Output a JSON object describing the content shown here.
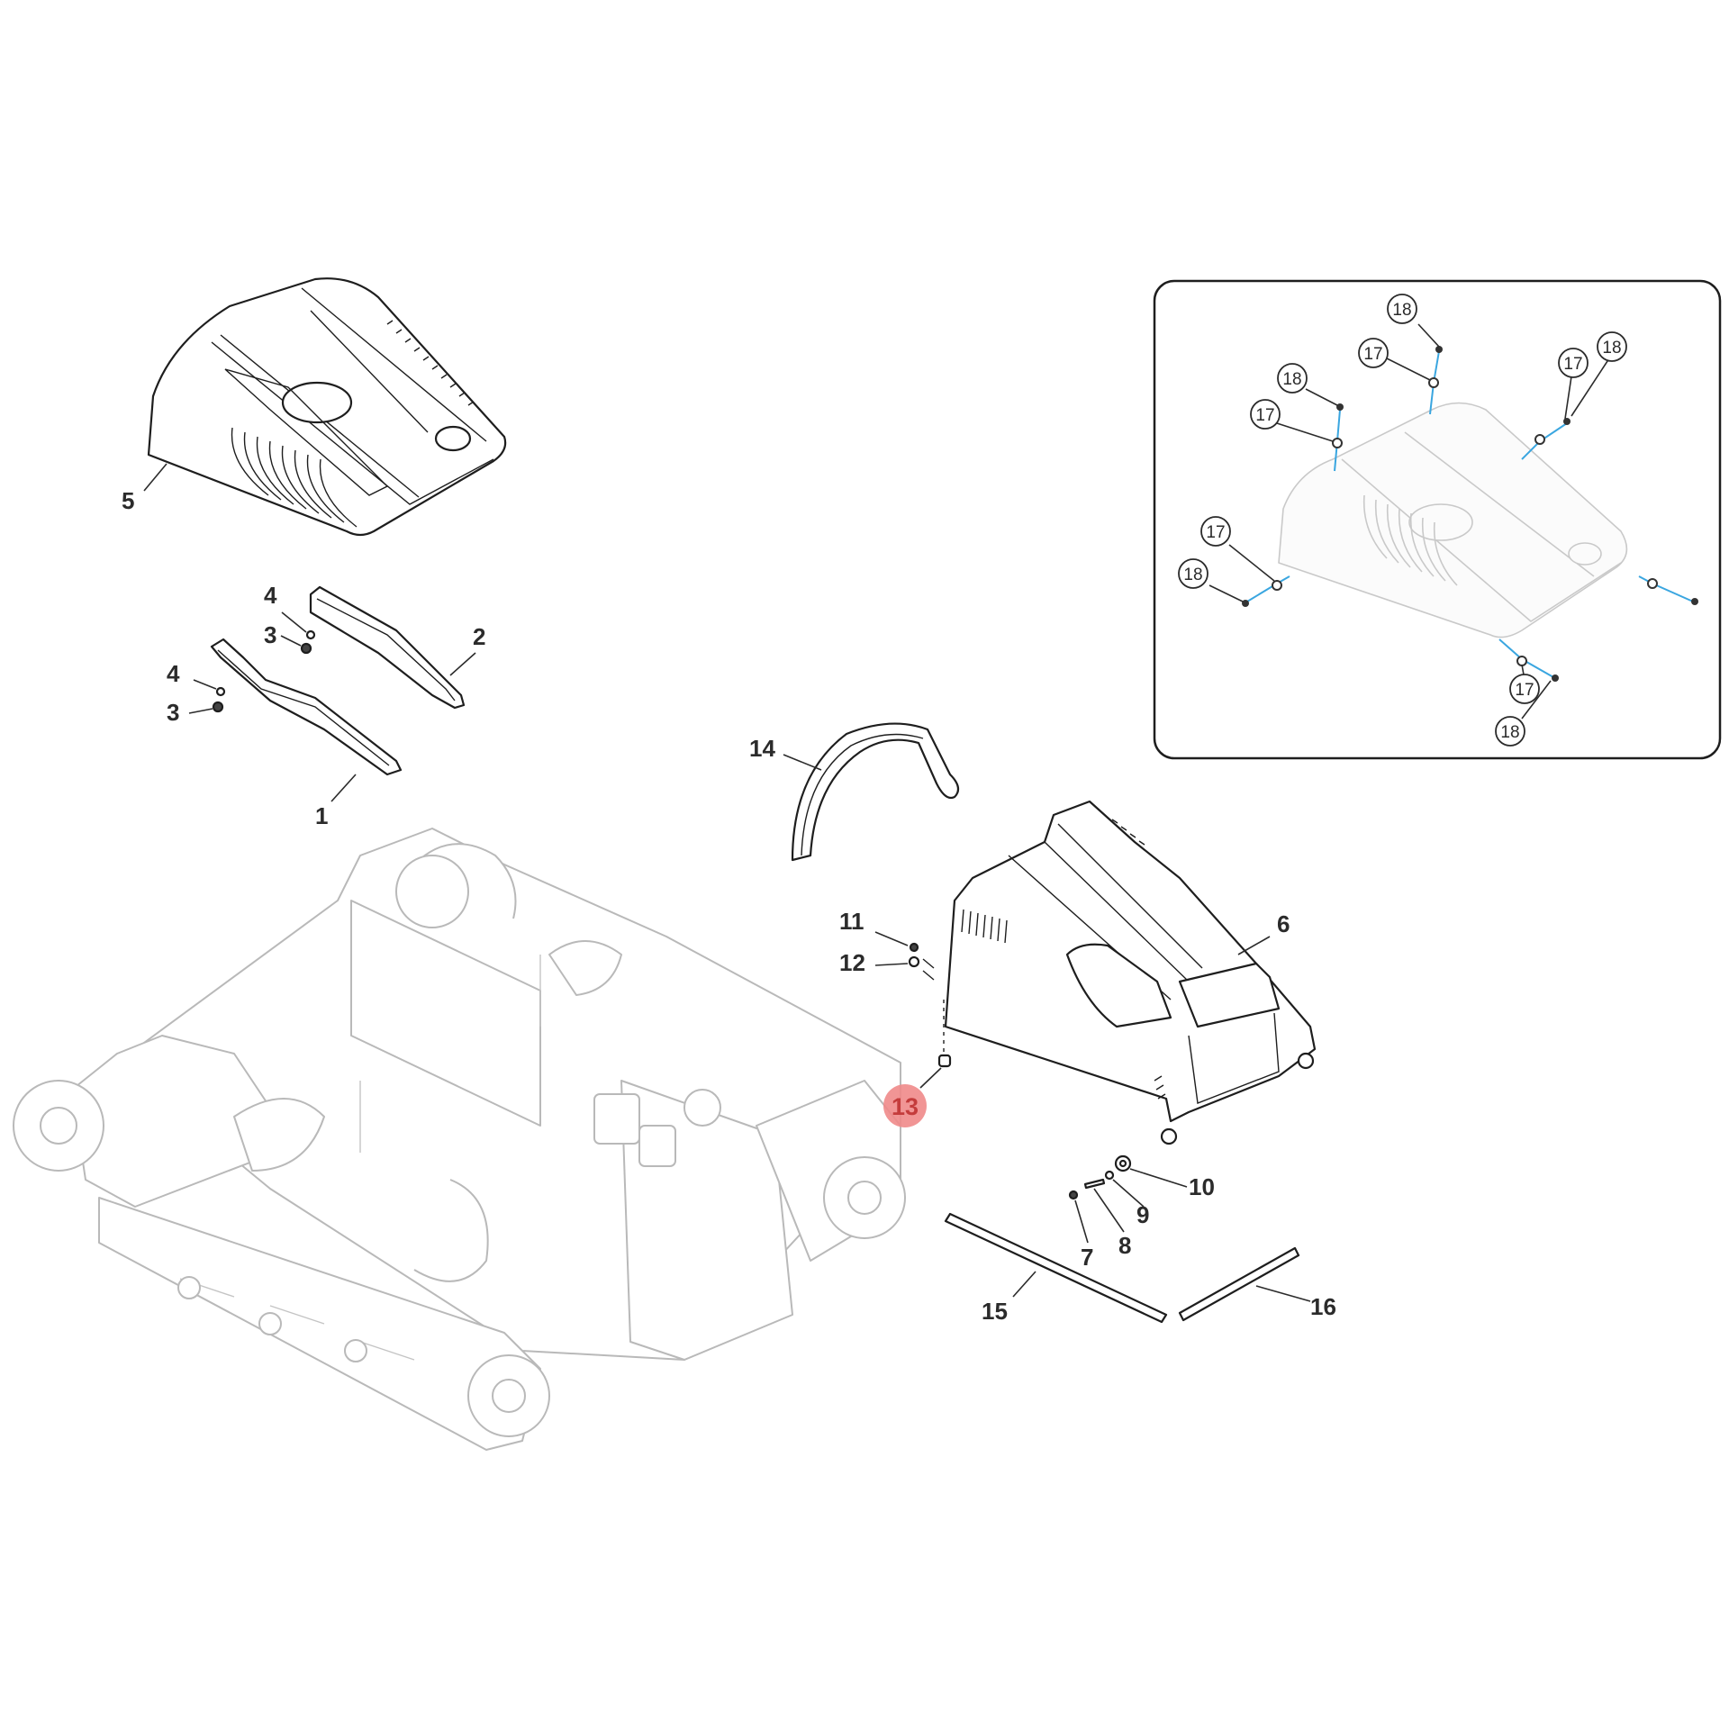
{
  "highlight": {
    "label": "13",
    "fill": "#f08a8a",
    "text_color": "#c43c3c"
  },
  "colors": {
    "line": "#1e1e1e",
    "ghost": "#b9b9b9",
    "accent": "#3aa6e0"
  },
  "callouts": {
    "c1": "1",
    "c2": "2",
    "c3a": "3",
    "c3b": "3",
    "c4a": "4",
    "c4b": "4",
    "c5": "5",
    "c6": "6",
    "c7": "7",
    "c8": "8",
    "c9": "9",
    "c10": "10",
    "c11": "11",
    "c12": "12",
    "c14": "14",
    "c15": "15",
    "c16": "16"
  },
  "inset": {
    "labels": [
      "18",
      "17",
      "18",
      "17",
      "17",
      "18",
      "17",
      "18",
      "17",
      "18"
    ]
  }
}
